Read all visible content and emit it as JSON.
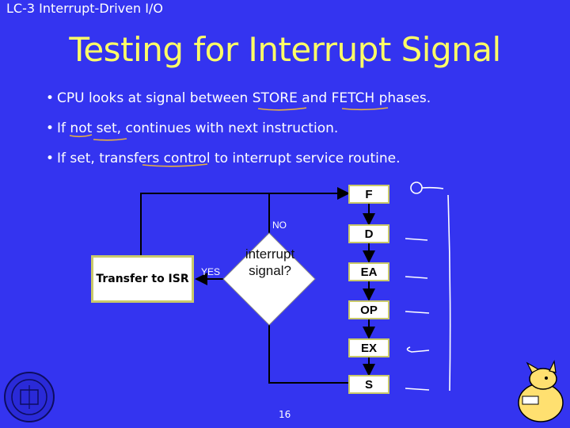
{
  "header": "LC-3 Interrupt-Driven I/O",
  "title": "Testing for Interrupt Signal",
  "bullets": [
    "CPU looks at signal between STORE and FETCH phases.",
    "If not set, continues with next instruction.",
    "If set, transfers control to interrupt service routine."
  ],
  "bullet_glyph": "•",
  "diagram": {
    "phases": [
      "F",
      "D",
      "EA",
      "OP",
      "EX",
      "S"
    ],
    "decision": "interrupt signal?",
    "branch_no": "NO",
    "branch_yes": "YES",
    "isr_box": "Transfer to ISR"
  },
  "page_number": "16",
  "colors": {
    "background": "#3434f0",
    "title": "#ffff66",
    "text": "#ffffff",
    "annotation": "#e8b040"
  }
}
